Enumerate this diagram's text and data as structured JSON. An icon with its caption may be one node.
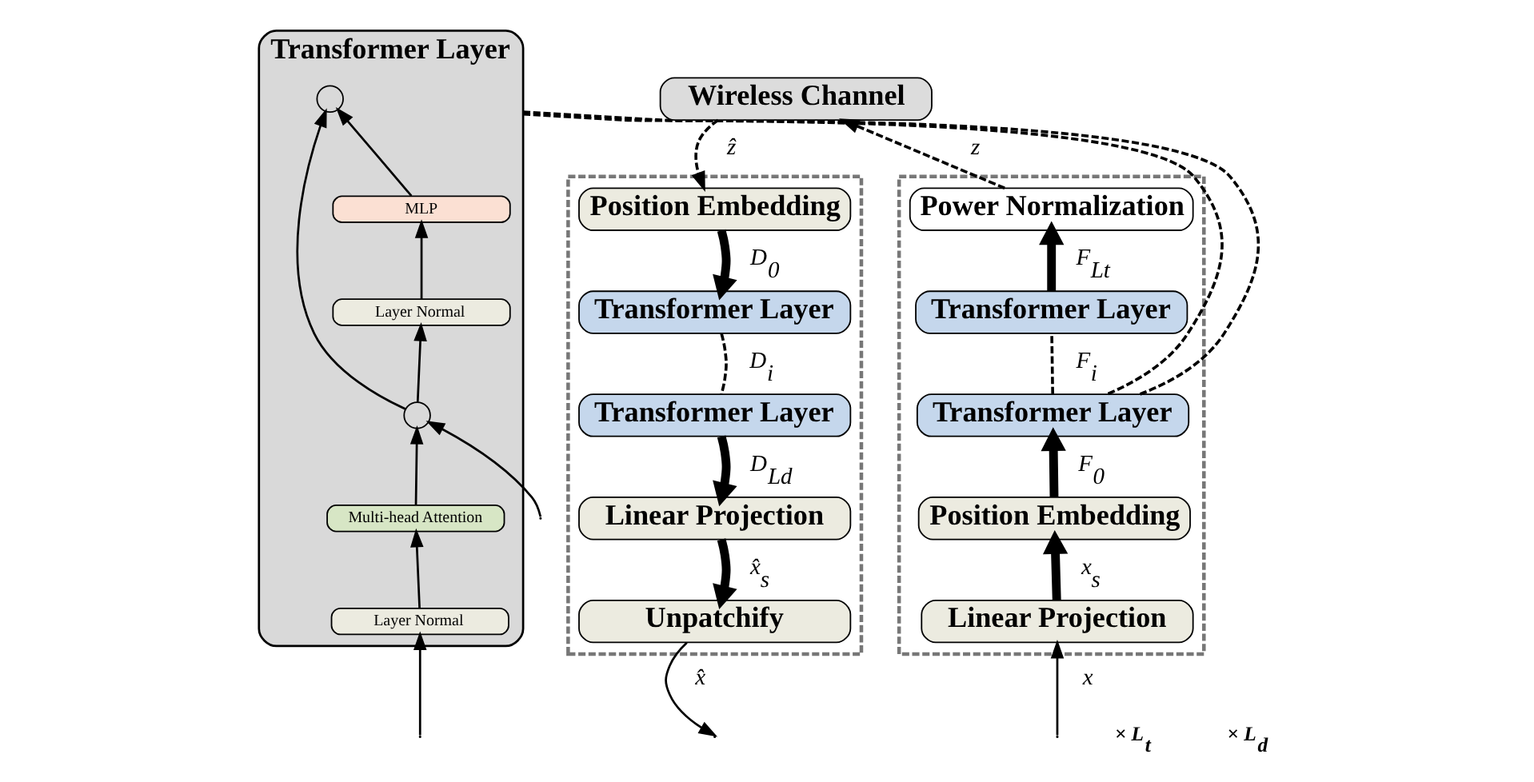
{
  "diagram": {
    "nodes": [
      {
        "text": [
          "Transformer Layer"
        ]
      },
      {
        "text": [],
        "shape": "circle",
        "in": 0
      },
      {
        "text": [
          "MLP"
        ],
        "in": 0
      },
      {
        "text": [
          "Layer Normal"
        ],
        "in": 0
      },
      {
        "text": [],
        "shape": "circle",
        "in": 0
      },
      {
        "text": [
          "Multi-head Attention"
        ],
        "in": 0
      },
      {
        "text": [
          "Layer Normal"
        ],
        "in": 0
      },
      {
        "text": [
          "Wireless Channel"
        ]
      },
      {
        "text": [],
        "shape": "box"
      },
      {
        "text": [
          "Power Normalization"
        ],
        "in": 8
      },
      {
        "text": [
          "Transformer Layer"
        ],
        "in": 8
      },
      {
        "text": [
          "Transformer Layer"
        ],
        "in": 8
      },
      {
        "text": [
          "Position Embedding"
        ],
        "in": 8
      },
      {
        "text": [
          "Linear Projection"
        ],
        "in": 8
      },
      {
        "text": [],
        "shape": "box"
      },
      {
        "text": [
          "Position Embedding"
        ],
        "in": 14
      },
      {
        "text": [
          "Transformer Layer"
        ],
        "in": 14
      },
      {
        "text": [
          "Transformer Layer"
        ],
        "in": 14
      },
      {
        "text": [
          "Linear Projection"
        ],
        "in": 14
      },
      {
        "text": [
          "Unpatchify"
        ],
        "in": 14
      }
    ],
    "edges": [
      {
        "from": null,
        "to": 6,
        "arrow": "to"
      },
      {
        "from": null,
        "to": 4,
        "arrow": "to"
      },
      {
        "from": 6,
        "to": 5,
        "arrow": "to"
      },
      {
        "from": 5,
        "to": 4,
        "arrow": "to"
      },
      {
        "from": 4,
        "to": 3,
        "arrow": "to"
      },
      {
        "from": 4,
        "to": 1,
        "arrow": "to"
      },
      {
        "from": 3,
        "to": 2,
        "arrow": "to"
      },
      {
        "from": 2,
        "to": 1,
        "arrow": "to"
      },
      {
        "from": 0,
        "to": 11,
        "arrow": "none",
        "style": "dashed"
      },
      {
        "from": 0,
        "to": 11,
        "arrow": "none",
        "style": "dashed"
      },
      {
        "from": null,
        "to": 13,
        "arrow": "to",
        "label": "x"
      },
      {
        "from": 13,
        "to": 12,
        "arrow": "to",
        "label": "x$_{s}$",
        "style": "thick"
      },
      {
        "from": 12,
        "to": 11,
        "arrow": "to",
        "label": "F$_{0}$",
        "style": "thick"
      },
      {
        "from": 11,
        "to": 10,
        "arrow": "none",
        "label": "F$_{i}$",
        "style": "dashed"
      },
      {
        "from": 10,
        "to": 9,
        "arrow": "to",
        "label": "F$_{Lt}$",
        "style": "thick"
      },
      {
        "from": 9,
        "to": 7,
        "arrow": "to",
        "label": "z",
        "style": "dashed"
      },
      {
        "from": 7,
        "to": 15,
        "arrow": "to",
        "label": "ẑ",
        "style": "dashed"
      },
      {
        "from": 15,
        "to": 16,
        "arrow": "to",
        "label": "D$_{0}$",
        "style": "thick"
      },
      {
        "from": 16,
        "to": 17,
        "arrow": "none",
        "label": "D$_{i}$",
        "style": "dashed"
      },
      {
        "from": 17,
        "to": 18,
        "arrow": "to",
        "label": "D$_{Ld}$",
        "style": "thick"
      },
      {
        "from": 18,
        "to": 19,
        "arrow": "to",
        "label": "x̂$_{s}$",
        "style": "thick"
      },
      {
        "from": 19,
        "to": null,
        "arrow": "to",
        "label": "x̂"
      }
    ],
    "labels": [
      "× L$_{t}$",
      "× L$_{d}$"
    ]
  }
}
